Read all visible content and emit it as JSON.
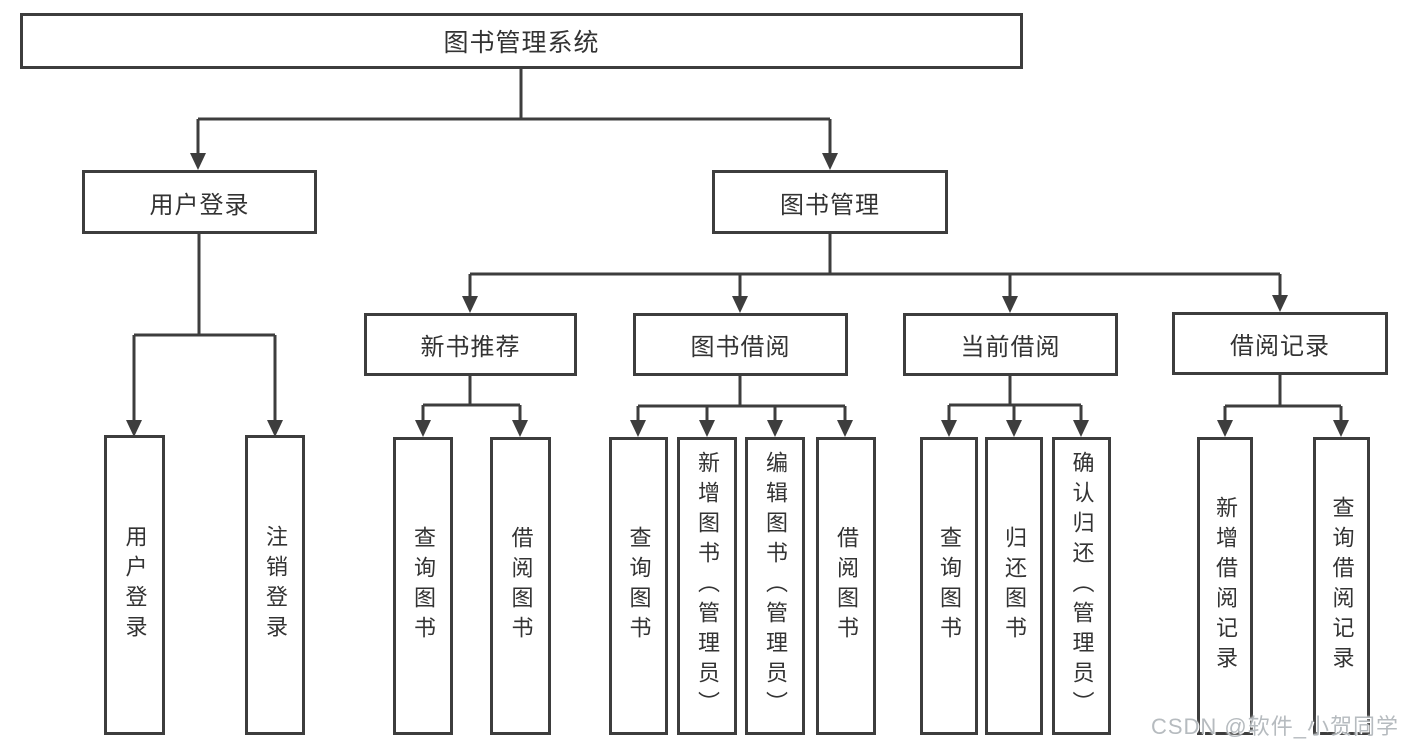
{
  "diagram": {
    "type": "hierarchy",
    "tree": {
      "root": {
        "label": "图书管理系统",
        "children": [
          {
            "label": "用户登录",
            "children": [
              {
                "label": "用户登录"
              },
              {
                "label": "注销登录"
              }
            ]
          },
          {
            "label": "图书管理",
            "children": [
              {
                "label": "新书推荐",
                "children": [
                  {
                    "label": "查询图书"
                  },
                  {
                    "label": "借阅图书"
                  }
                ]
              },
              {
                "label": "图书借阅",
                "children": [
                  {
                    "label": "查询图书"
                  },
                  {
                    "label": "新增图书（管理员）"
                  },
                  {
                    "label": "编辑图书（管理员）"
                  },
                  {
                    "label": "借阅图书"
                  }
                ]
              },
              {
                "label": "当前借阅",
                "children": [
                  {
                    "label": "查询图书"
                  },
                  {
                    "label": "归还图书"
                  },
                  {
                    "label": "确认归还（管理员）"
                  }
                ]
              },
              {
                "label": "借阅记录",
                "children": [
                  {
                    "label": "新增借阅记录"
                  },
                  {
                    "label": "查询借阅记录"
                  }
                ]
              }
            ]
          }
        ]
      }
    },
    "colors": {
      "line": "#3d3d3d",
      "box_border": "#3d3d3d",
      "text": "#333333",
      "background": "#ffffff",
      "watermark": "#b0b5ba"
    }
  },
  "watermark": {
    "text": "CSDN @软件_小贺同学"
  }
}
